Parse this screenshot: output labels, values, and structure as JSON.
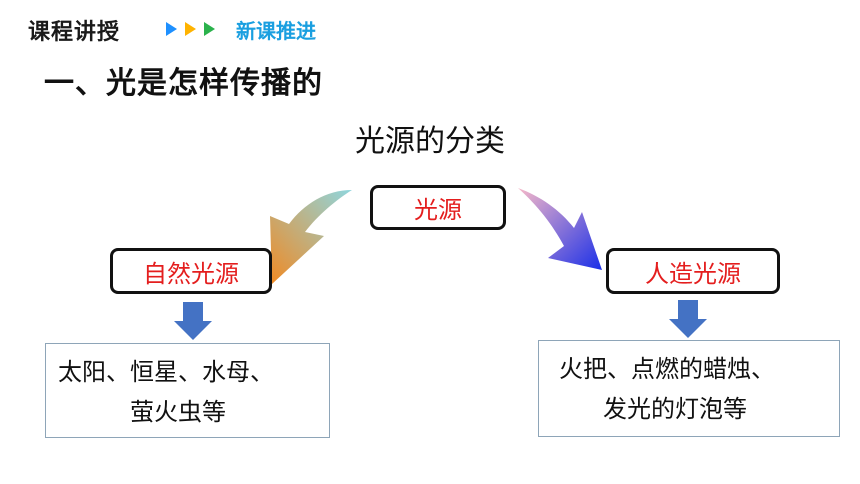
{
  "header": {
    "title": "课程讲授",
    "subtitle": "新课推进",
    "accent_colors": [
      "#1e90ff",
      "#ffb300",
      "#2bb24c"
    ]
  },
  "section_title": "一、光是怎样传播的",
  "diagram": {
    "title": "光源的分类",
    "root": "光源",
    "left_branch": {
      "label": "自然光源",
      "examples": [
        "太阳、恒星、水母、",
        "萤火虫等"
      ],
      "arrow_colors": [
        "#f08a24",
        "#8fd6de"
      ]
    },
    "right_branch": {
      "label": "人造光源",
      "examples": [
        "火把、点燃的蜡烛、",
        "发光的灯泡等"
      ],
      "arrow_colors": [
        "#f6b8c8",
        "#1a2fe8"
      ]
    },
    "down_arrow_color": "#4472c4",
    "label_color": "#e41e1e"
  }
}
